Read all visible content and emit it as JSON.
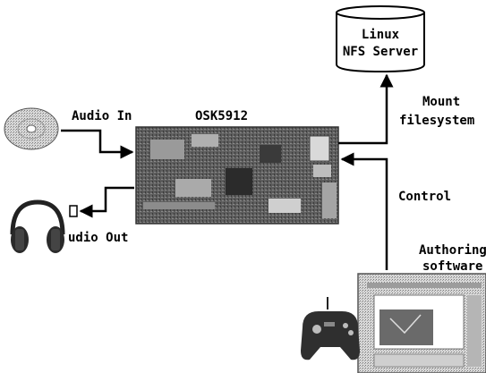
{
  "nodes": {
    "server": {
      "line1": "Linux",
      "line2": "NFS Server"
    },
    "board": {
      "label": "OSK5912"
    },
    "audio_in": {
      "label": "Audio In"
    },
    "audio_out": {
      "label": "udio Out"
    },
    "pc": {
      "line1": "Authoring",
      "line2": "software"
    }
  },
  "edges": {
    "mount": {
      "line1": "Mount",
      "line2": "filesystem"
    },
    "control": {
      "label": "Control"
    }
  },
  "colors": {
    "line": "#000000",
    "pcb": "#6f6f6f",
    "screen": "#c8c8c8"
  },
  "icons": [
    "cd-icon",
    "headphones-icon",
    "gamepad-icon",
    "computer-icon",
    "database-icon",
    "circuit-board-icon"
  ]
}
